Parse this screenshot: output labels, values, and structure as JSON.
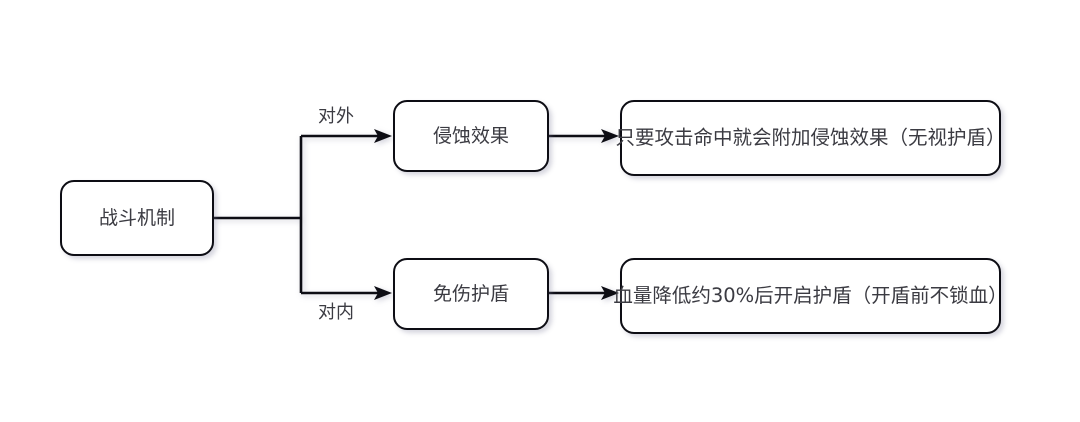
{
  "diagram": {
    "type": "flowchart",
    "title_node": "战斗机制",
    "nodes": {
      "root": {
        "label": "战斗机制"
      },
      "branch_outer": {
        "label": "侵蚀效果"
      },
      "branch_inner": {
        "label": "免伤护盾"
      },
      "detail_outer": {
        "label": "只要攻击命中就会附加侵蚀效果（无视护盾）"
      },
      "detail_inner": {
        "label": "血量降低约30%后开启护盾（开盾前不锁血）"
      }
    },
    "edge_labels": {
      "outer": "对外",
      "inner": "对内"
    },
    "colors": {
      "stroke": "#0d0d14",
      "text": "#3b3b42",
      "background": "#ffffff"
    }
  }
}
